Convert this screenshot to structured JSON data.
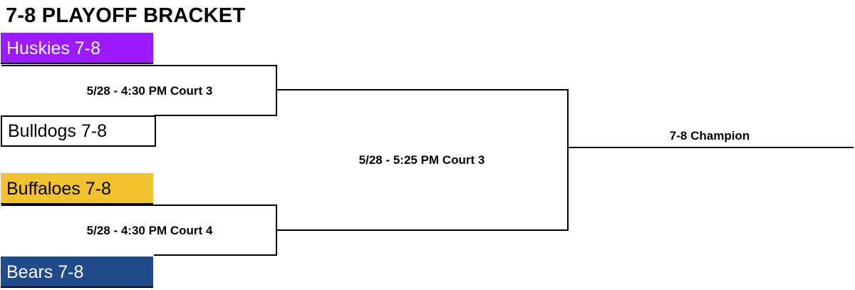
{
  "title": "7-8 PLAYOFF BRACKET",
  "teams": [
    {
      "name": "Huskies 7-8",
      "color": "#9b1aff"
    },
    {
      "name": "Bulldogs 7-8",
      "color": "#ffffff"
    },
    {
      "name": "Buffaloes 7-8",
      "color": "#f2c12e"
    },
    {
      "name": "Bears 7-8",
      "color": "#1f4a8c"
    }
  ],
  "games": {
    "semifinal_1": "5/28 - 4:30 PM Court 3",
    "semifinal_2": "5/28 - 4:30 PM Court 4",
    "final": "5/28 - 5:25 PM Court 3"
  },
  "champion_label": "7-8 Champion"
}
